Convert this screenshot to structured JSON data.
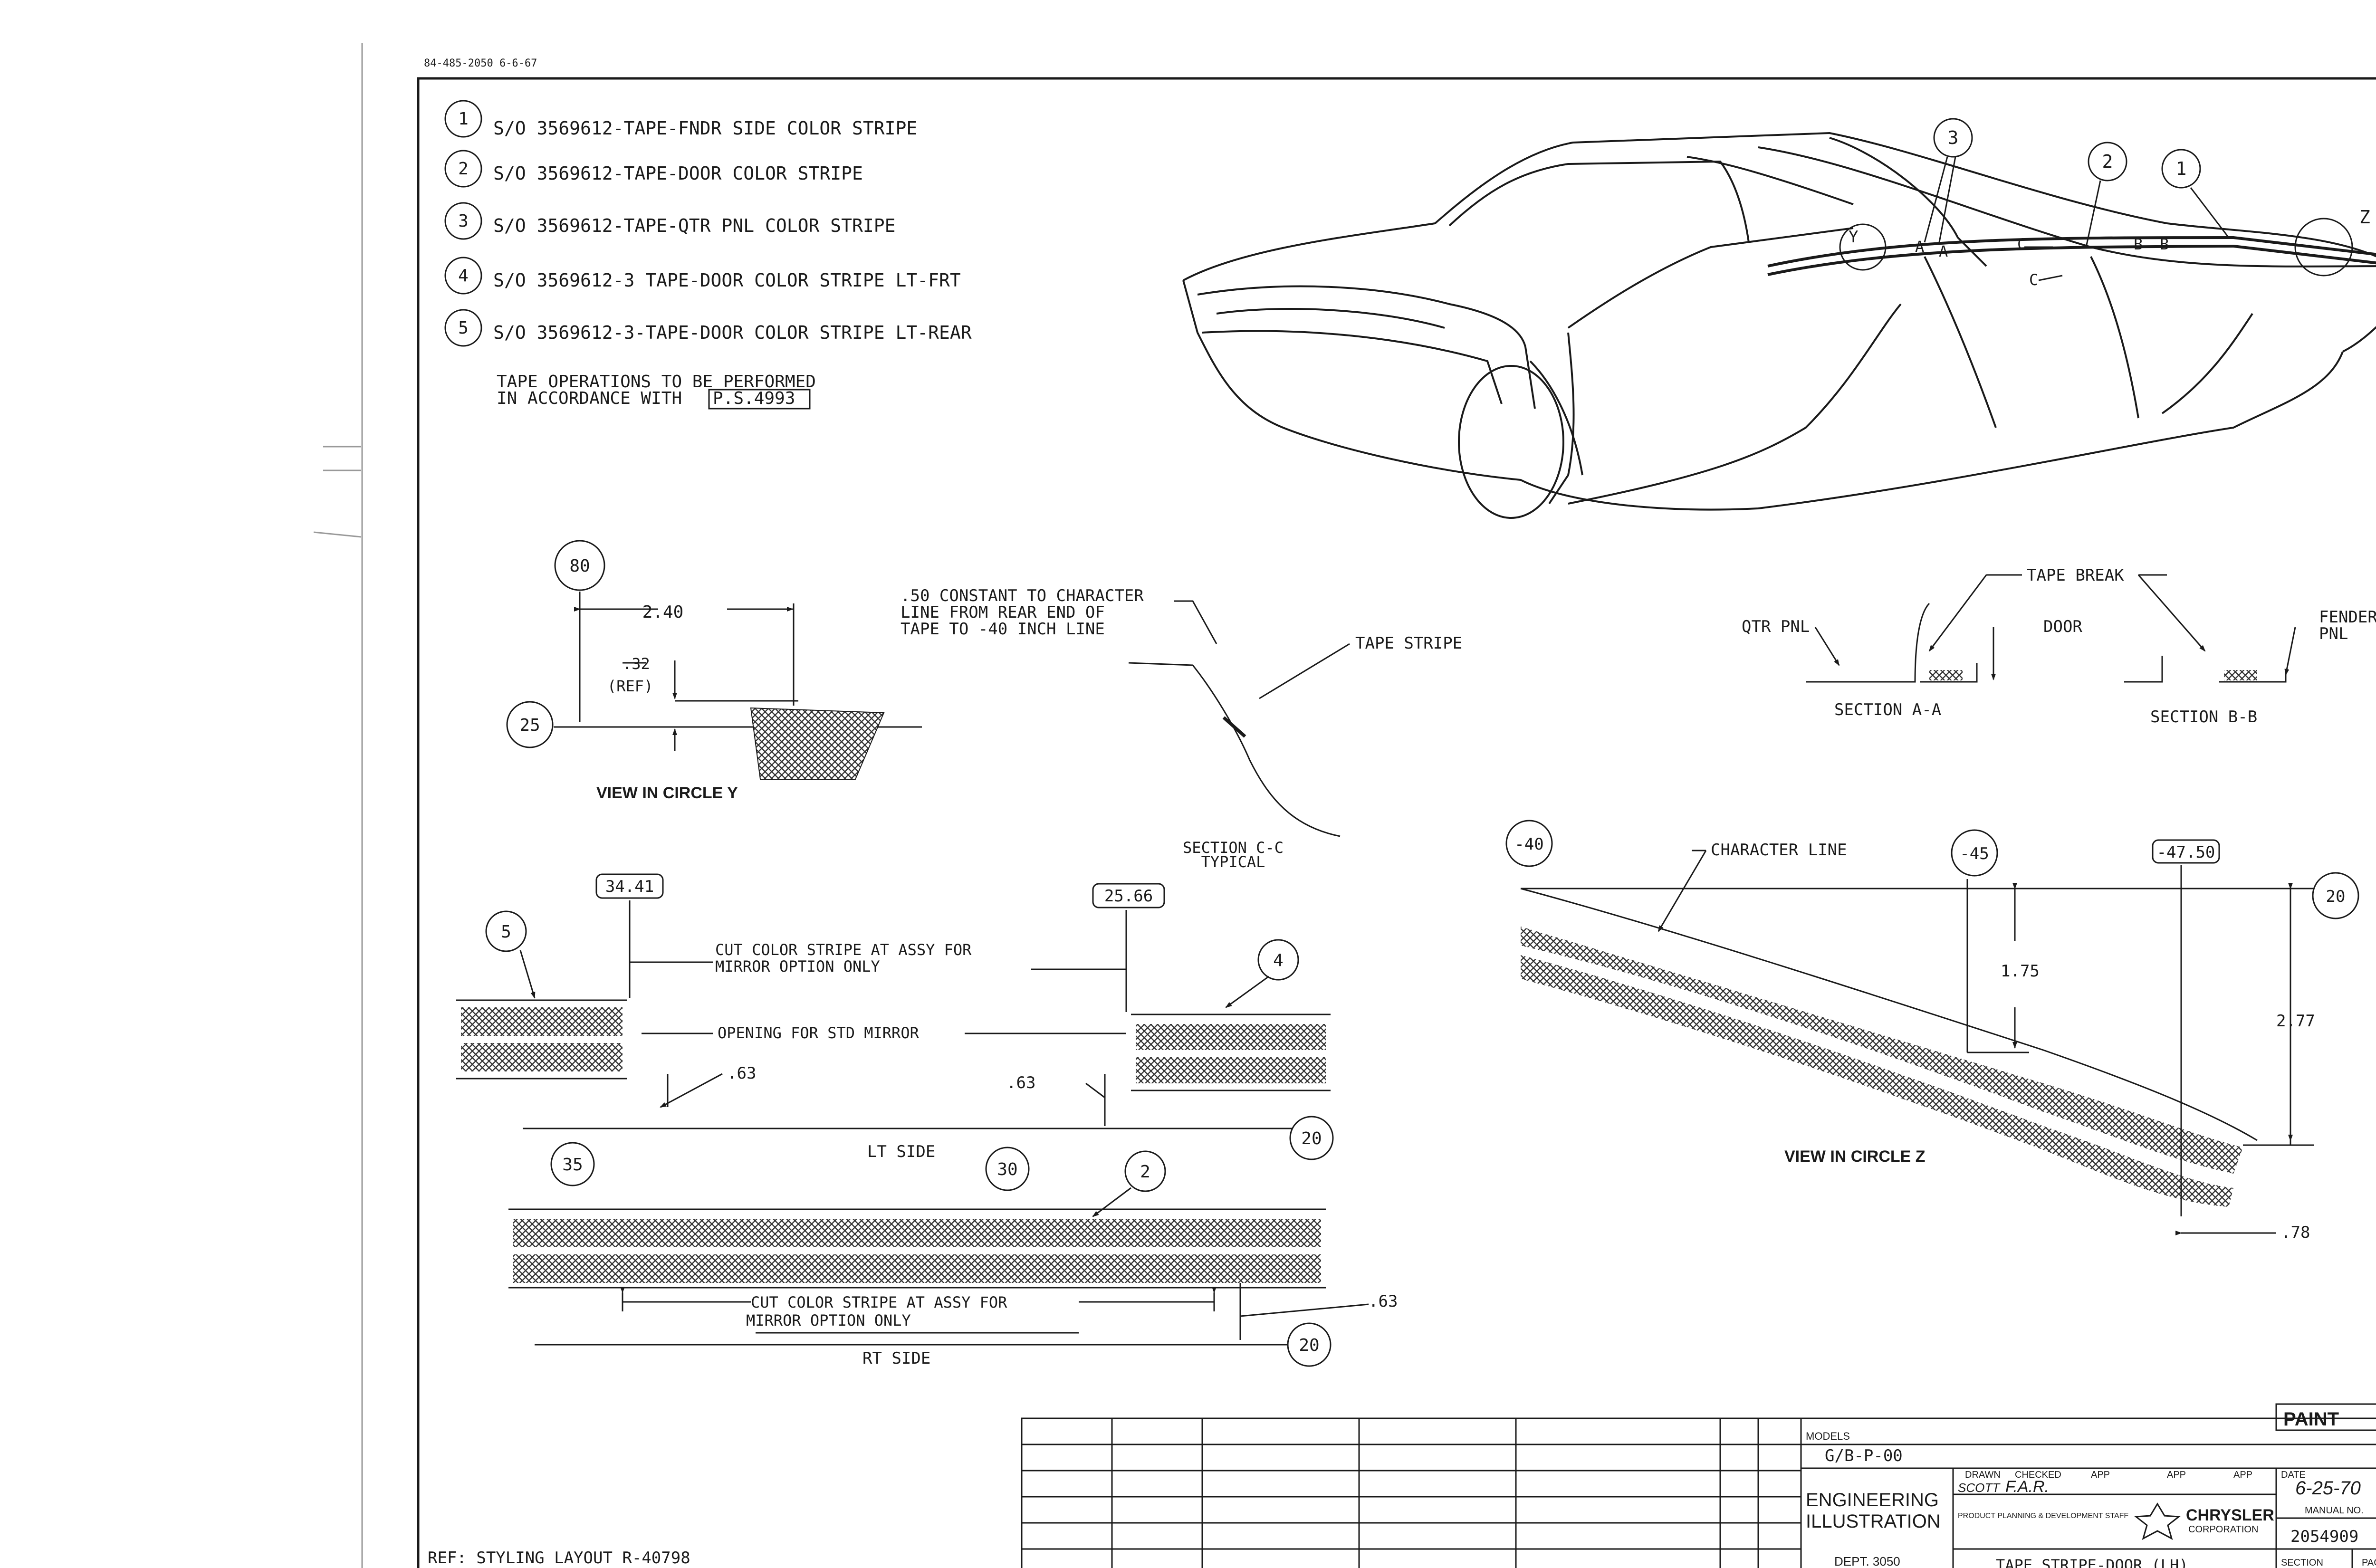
{
  "header": {
    "doc_code": "84-485-2050 6-6-67"
  },
  "parts_list": [
    {
      "num": "1",
      "text": "S/O 3569612-TAPE-FNDR SIDE COLOR STRIPE"
    },
    {
      "num": "2",
      "text": "S/O 3569612-TAPE-DOOR COLOR STRIPE"
    },
    {
      "num": "3",
      "text": "S/O 3569612-TAPE-QTR PNL COLOR STRIPE"
    },
    {
      "num": "4",
      "text": "S/O 3569612-3 TAPE-DOOR COLOR STRIPE LT-FRT"
    },
    {
      "num": "5",
      "text": "S/O 3569612-3-TAPE-DOOR COLOR STRIPE LT-REAR"
    }
  ],
  "note": {
    "line1": "TAPE OPERATIONS TO BE PERFORMED",
    "line2": "IN ACCORDANCE WITH",
    "spec": "P.S.4993"
  },
  "car_view": {
    "callout_3": "3",
    "callout_2": "2",
    "callout_1": "1",
    "label_y": "Y",
    "label_z": "Z",
    "a1": "A",
    "a2": "A",
    "c1": "C",
    "c2": "C",
    "b1": "B",
    "b2": "B"
  },
  "view_y": {
    "bubble_top": "80",
    "bubble_left": "25",
    "dim_width": "2.40",
    "dim_height": ".32",
    "ref": "(REF)",
    "caption": "VIEW IN CIRCLE Y"
  },
  "section_cc": {
    "note1": ".50 CONSTANT TO CHARACTER",
    "note2": "LINE FROM REAR END OF",
    "note3": "TAPE TO -40 INCH LINE",
    "tape_label": "TAPE STRIPE",
    "caption1": "SECTION C-C",
    "caption2": "TYPICAL"
  },
  "sections_ab": {
    "tape_break": "TAPE BREAK",
    "qtr_pnl": "QTR PNL",
    "door": "DOOR",
    "fender1": "FENDER",
    "fender2": "PNL",
    "section_a": "SECTION A-A",
    "section_b": "SECTION B-B"
  },
  "lt_side": {
    "bubble_5": "5",
    "bubble_4": "4",
    "dim_a": "34.41",
    "dim_b": "25.66",
    "note_cut1": "CUT COLOR STRIPE AT ASSY FOR",
    "note_cut2": "MIRROR OPTION ONLY",
    "note_opening": "OPENING FOR STD MIRROR",
    "dim_63a": ".63",
    "dim_63b": ".63",
    "bubble_20": "20",
    "caption": "LT SIDE"
  },
  "rt_side": {
    "bubble_35": "35",
    "bubble_30": "30",
    "bubble_2": "2",
    "note_cut1": "CUT COLOR STRIPE AT ASSY FOR",
    "note_cut2": "MIRROR OPTION ONLY",
    "dim_63": ".63",
    "bubble_20": "20",
    "caption": "RT SIDE"
  },
  "view_z": {
    "b_m40": "-40",
    "b_m45": "-45",
    "b_m4750": "-47.50",
    "b_20": "20",
    "character_line": "CHARACTER LINE",
    "dim_175": "1.75",
    "dim_277": "2.77",
    "dim_78": ".78",
    "caption": "VIEW IN CIRCLE Z"
  },
  "ref_note": "REF: STYLING LAYOUT R-40798",
  "title_block": {
    "paint": "PAINT",
    "models_label": "MODELS",
    "models_value": "G/B-P-00",
    "engineering1": "ENGINEERING",
    "engineering2": "ILLUSTRATION",
    "dept": "DEPT. 3050",
    "drawn_label": "DRAWN",
    "checked_label": "CHECKED",
    "app_label1": "APP",
    "app_label2": "APP",
    "app_label3": "APP",
    "date_label": "DATE",
    "drawn_value": "SCOTT",
    "checked_value": "F.A.R.",
    "date_value": "6-25-70",
    "staff": "PRODUCT PLANNING & DEVELOPMENT STAFF",
    "chrysler": "CHRYSLER",
    "corporation": "CORPORATION",
    "manual_label": "MANUAL NO.",
    "manual_value": "2054909",
    "section_label": "SECTION",
    "page_label": "PAGE",
    "title_value": "TAPE STRIPE-DOOR (LH)"
  }
}
